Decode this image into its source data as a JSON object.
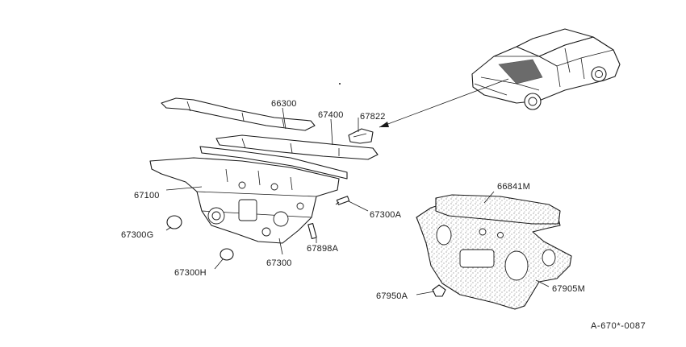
{
  "parts": {
    "p66300": "66300",
    "p67400": "67400",
    "p67822": "67822",
    "p67100": "67100",
    "p67300A": "67300A",
    "p67300G": "67300G",
    "p67898A": "67898A",
    "p67300": "67300",
    "p67300H": "67300H",
    "p66841M": "66841M",
    "p67950A": "67950A",
    "p67905M": "67905M"
  },
  "reference_code": "A-670*-0087"
}
